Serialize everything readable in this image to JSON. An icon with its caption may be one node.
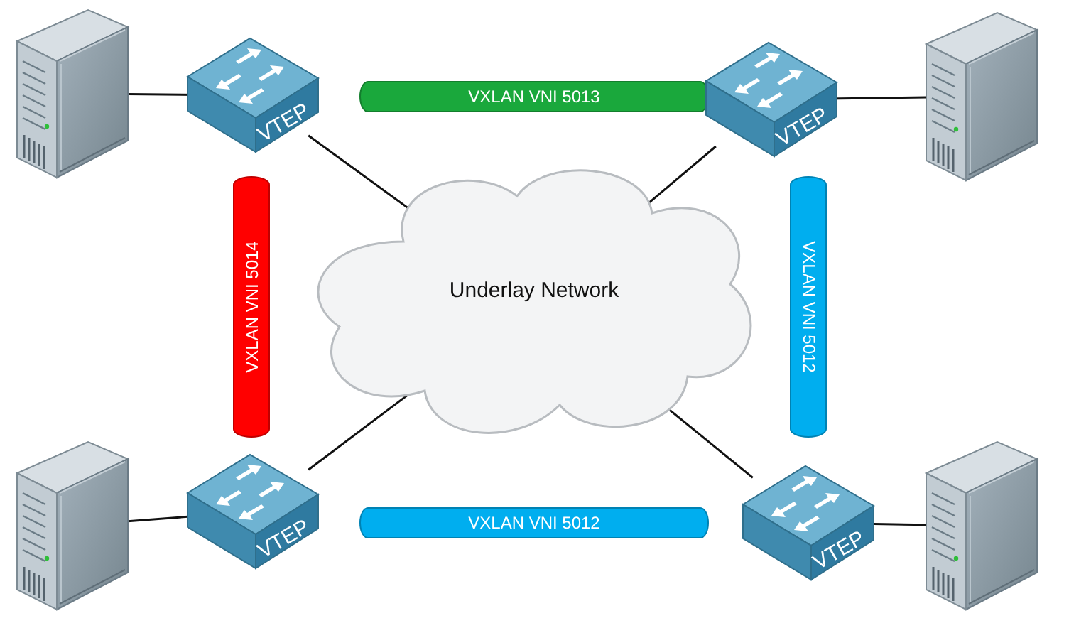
{
  "diagram": {
    "nodes": [
      {
        "text": [],
        "shape": "picture"
      },
      {
        "text": [
          "VTEP"
        ]
      },
      {
        "text": [
          "VXLAN VNI 5013"
        ]
      },
      {
        "text": [
          "VTEP"
        ]
      },
      {
        "text": [],
        "shape": "picture"
      },
      {
        "text": [
          "VXLAN VNI 5014"
        ]
      },
      {
        "text": [
          "Underlay Network"
        ]
      },
      {
        "text": [
          "VXLAN VNI 5012"
        ]
      },
      {
        "text": [],
        "shape": "picture"
      },
      {
        "text": [
          "VTEP"
        ]
      },
      {
        "text": [
          "VXLAN VNI 5012"
        ]
      },
      {
        "text": [
          "VTEP"
        ]
      },
      {
        "text": [],
        "shape": "picture"
      }
    ],
    "edges": [
      {
        "from": 0,
        "to": 1,
        "arrow": "none"
      },
      {
        "from": 4,
        "to": 3,
        "arrow": "none"
      },
      {
        "from": 1,
        "to": 6,
        "arrow": "none"
      },
      {
        "from": 3,
        "to": 6,
        "arrow": "none"
      },
      {
        "from": 9,
        "to": 6,
        "arrow": "none"
      },
      {
        "from": 11,
        "to": 6,
        "arrow": "none"
      },
      {
        "from": 8,
        "to": 9,
        "arrow": "none"
      },
      {
        "from": 12,
        "to": 11,
        "arrow": "none"
      }
    ]
  }
}
